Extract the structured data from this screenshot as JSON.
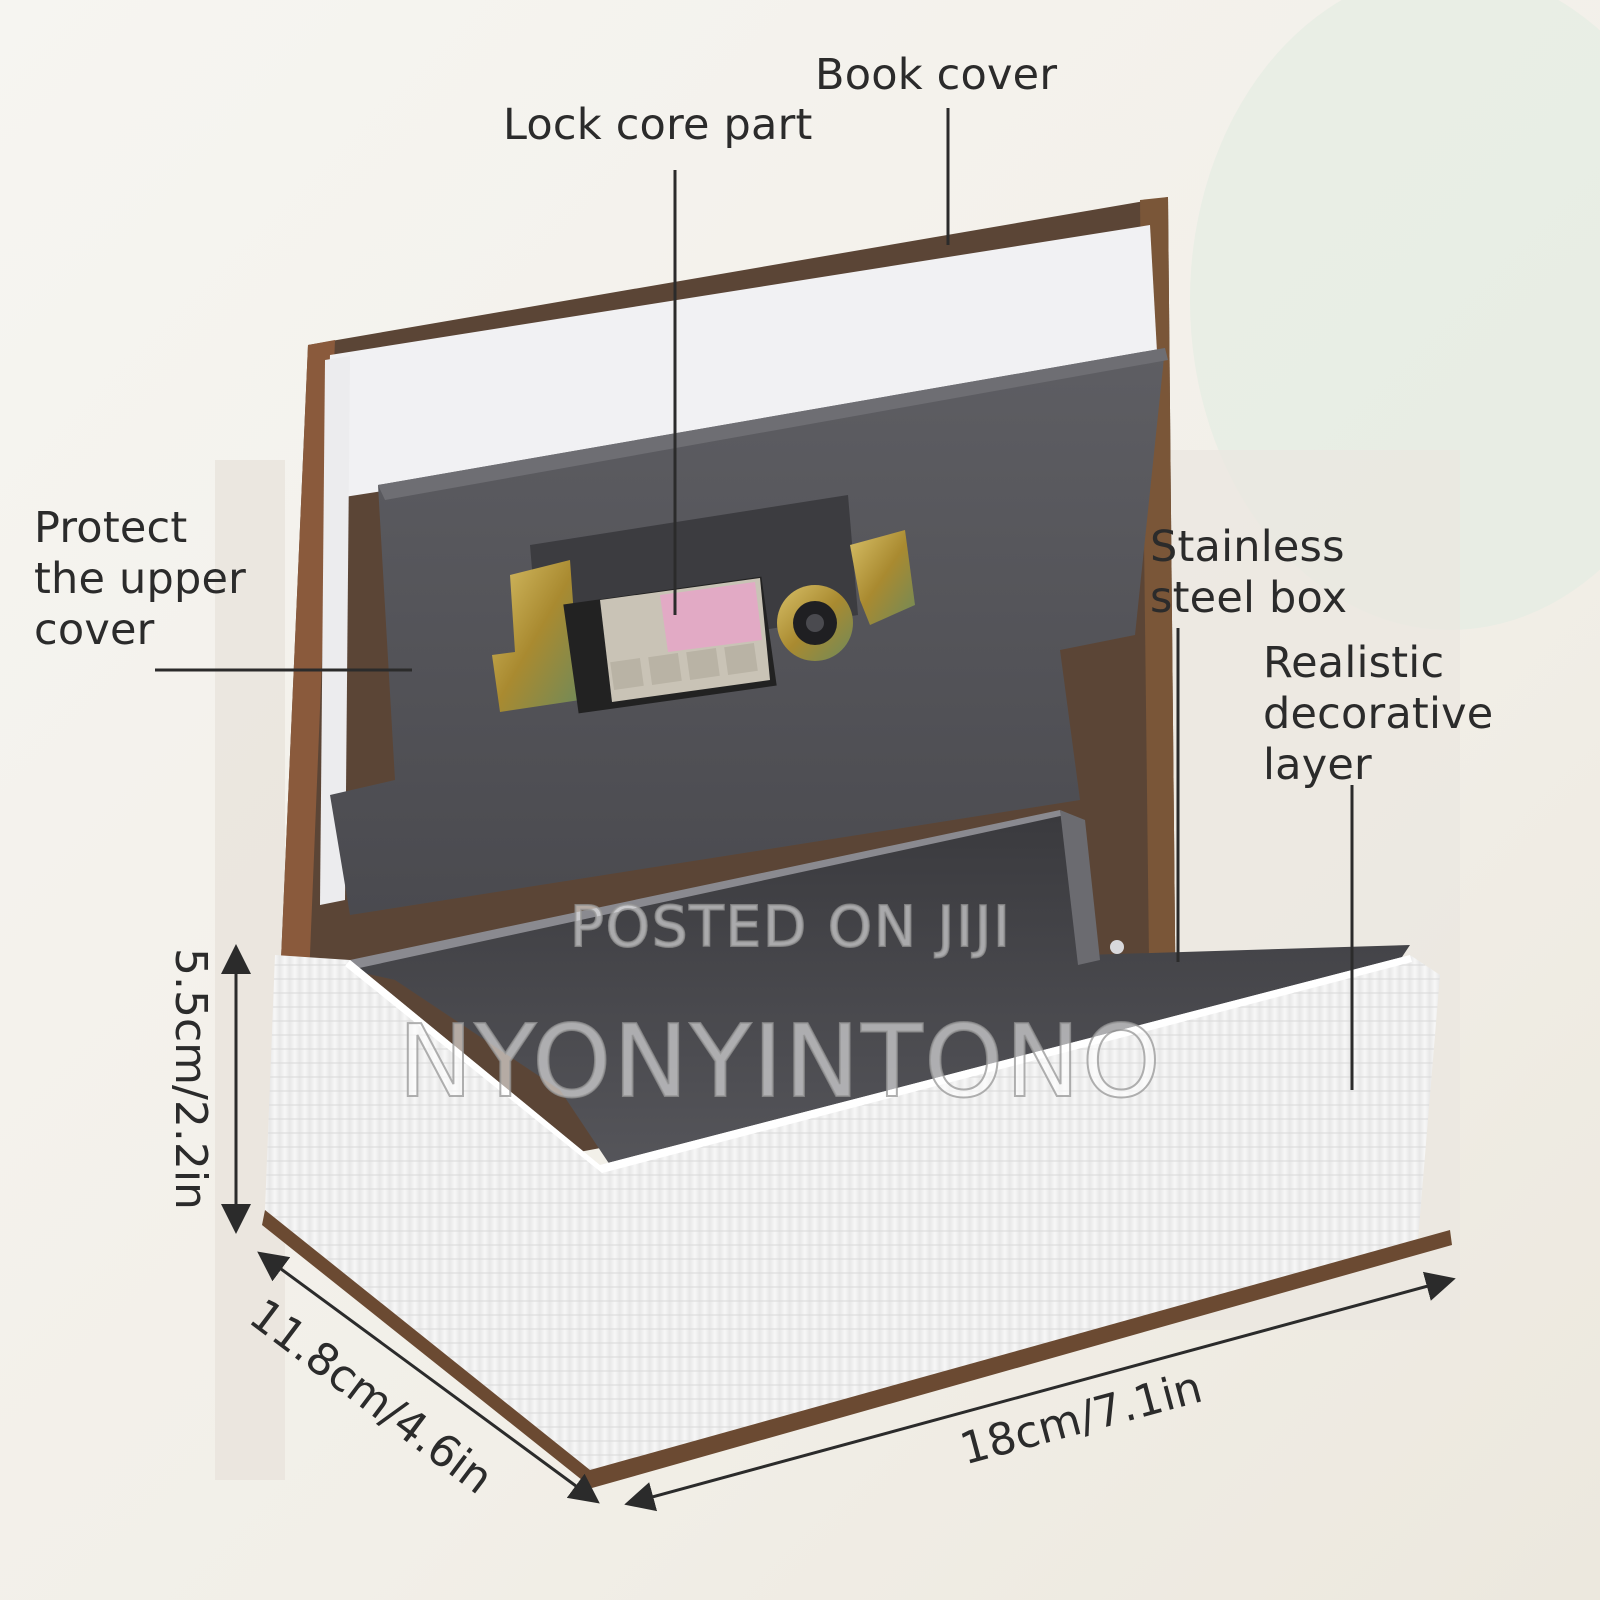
{
  "labels": {
    "book_cover": "Book cover",
    "lock_core_part": "Lock core part",
    "protect_upper_cover": [
      "Protect",
      "the upper",
      "cover"
    ],
    "stainless_steel_box": [
      "Stainless",
      "steel box"
    ],
    "realistic_decorative_layer": [
      "Realistic",
      "decorative",
      "layer"
    ]
  },
  "dimensions": {
    "height": "5.5cm/2.2in",
    "depth": "11.8cm/4.6in",
    "width": "18cm/7.1in"
  },
  "watermarks": {
    "posted": "POSTED ON JIJI",
    "seller": "NYONYINTONO"
  },
  "colors": {
    "steel": "#55555a",
    "steel_dark": "#2f2f33",
    "pages": "#f4f4f4",
    "lock_brass": "#b59a3c",
    "text": "#2b2b2b"
  }
}
